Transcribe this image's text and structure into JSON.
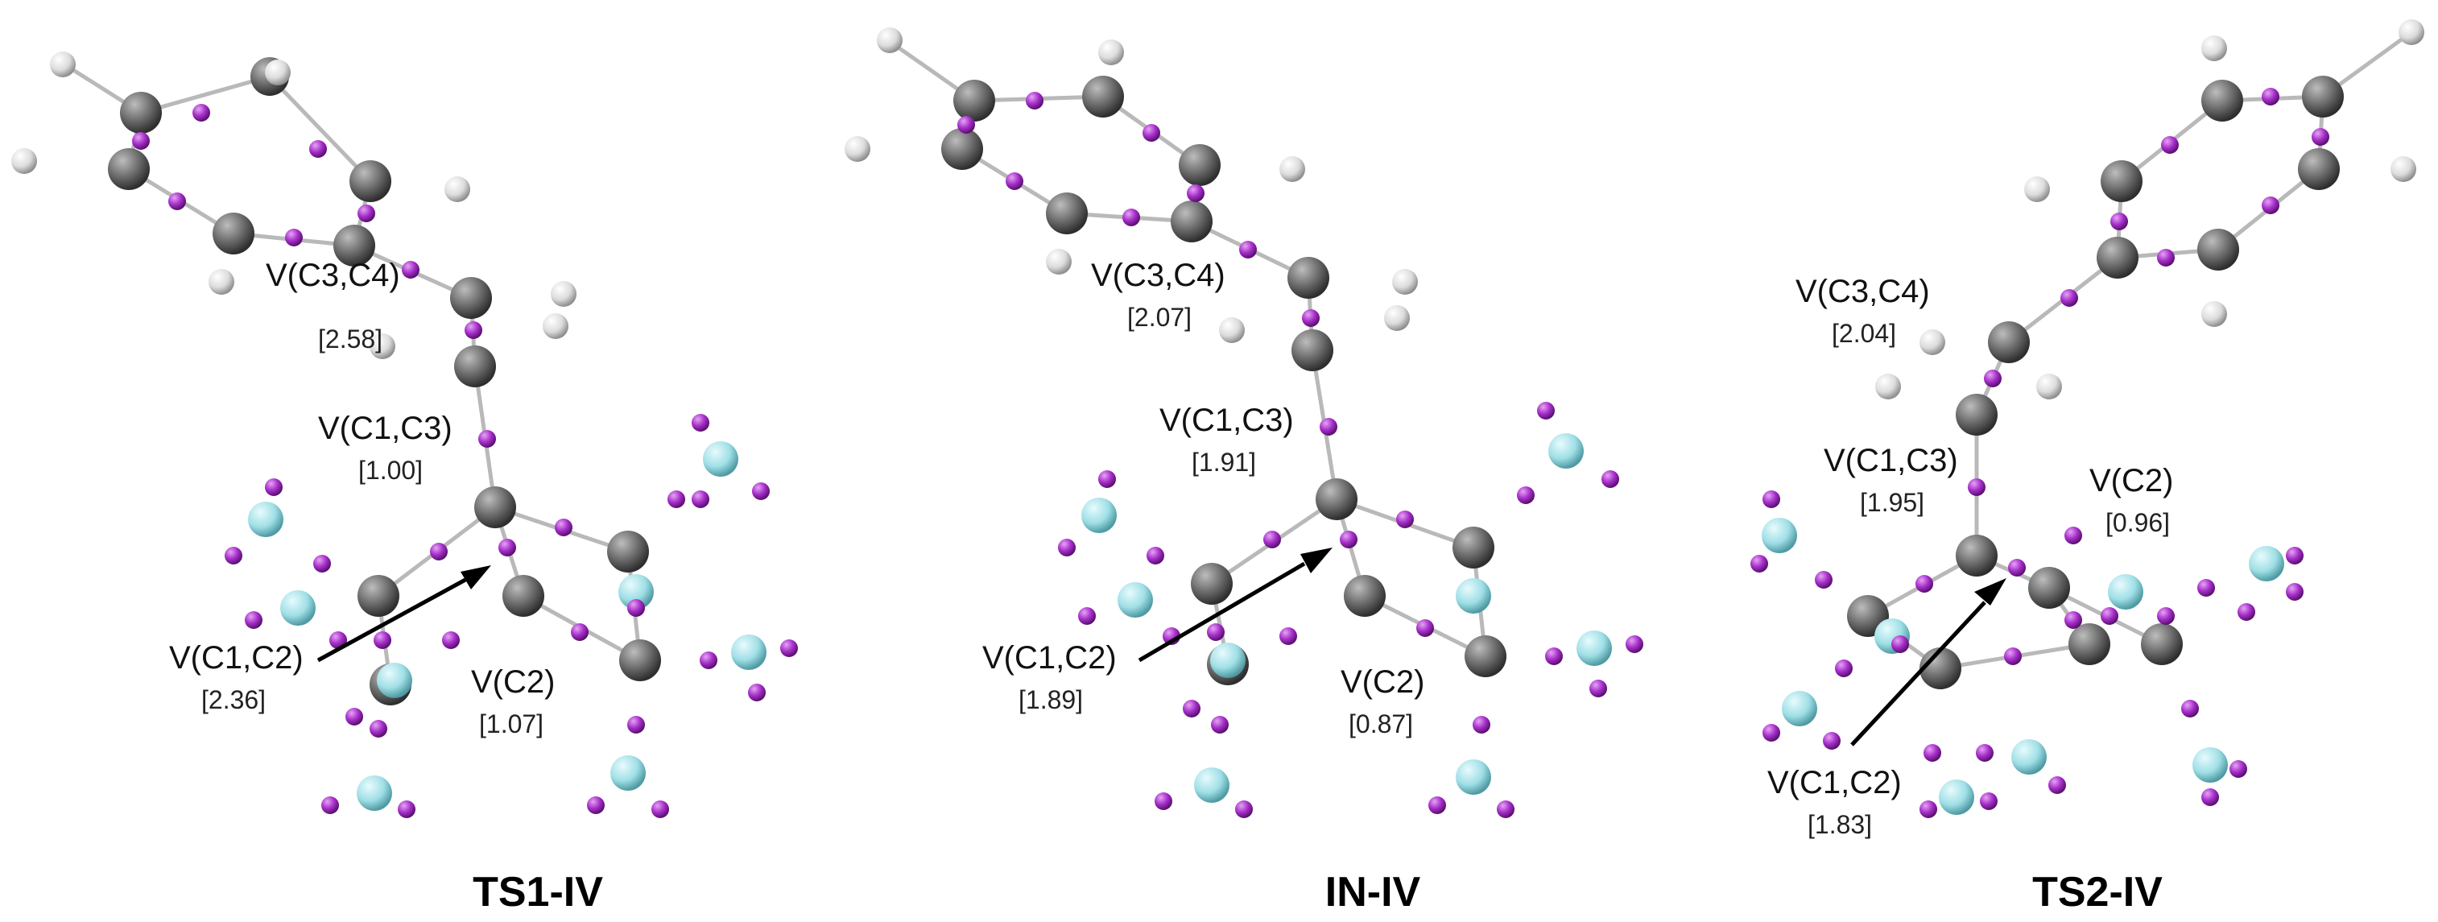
{
  "panels": [
    {
      "title": "TS1-IV",
      "labels": [
        {
          "name": "V(C3,C4)",
          "value": "[2.58]"
        },
        {
          "name": "V(C1,C3)",
          "value": "[1.00]"
        },
        {
          "name": "V(C1,C2)",
          "value": "[2.36]"
        },
        {
          "name": "V(C2)",
          "value": "[1.07]"
        }
      ]
    },
    {
      "title": "IN-IV",
      "labels": [
        {
          "name": "V(C3,C4)",
          "value": "[2.07]"
        },
        {
          "name": "V(C1,C3)",
          "value": "[1.91]"
        },
        {
          "name": "V(C1,C2)",
          "value": "[1.89]"
        },
        {
          "name": "V(C2)",
          "value": "[0.87]"
        }
      ]
    },
    {
      "title": "TS2-IV",
      "labels": [
        {
          "name": "V(C3,C4)",
          "value": "[2.04]"
        },
        {
          "name": "V(C1,C3)",
          "value": "[1.95]"
        },
        {
          "name": "V(C2)",
          "value": "[0.96]"
        },
        {
          "name": "V(C1,C2)",
          "value": "[1.83]"
        }
      ]
    }
  ],
  "colors": {
    "carbon": "#6e6e6e",
    "hydrogen": "#e6e6e6",
    "fluorine": "#9fdfe6",
    "basin": "#a62fc9",
    "bond": "#b9b9b9"
  }
}
